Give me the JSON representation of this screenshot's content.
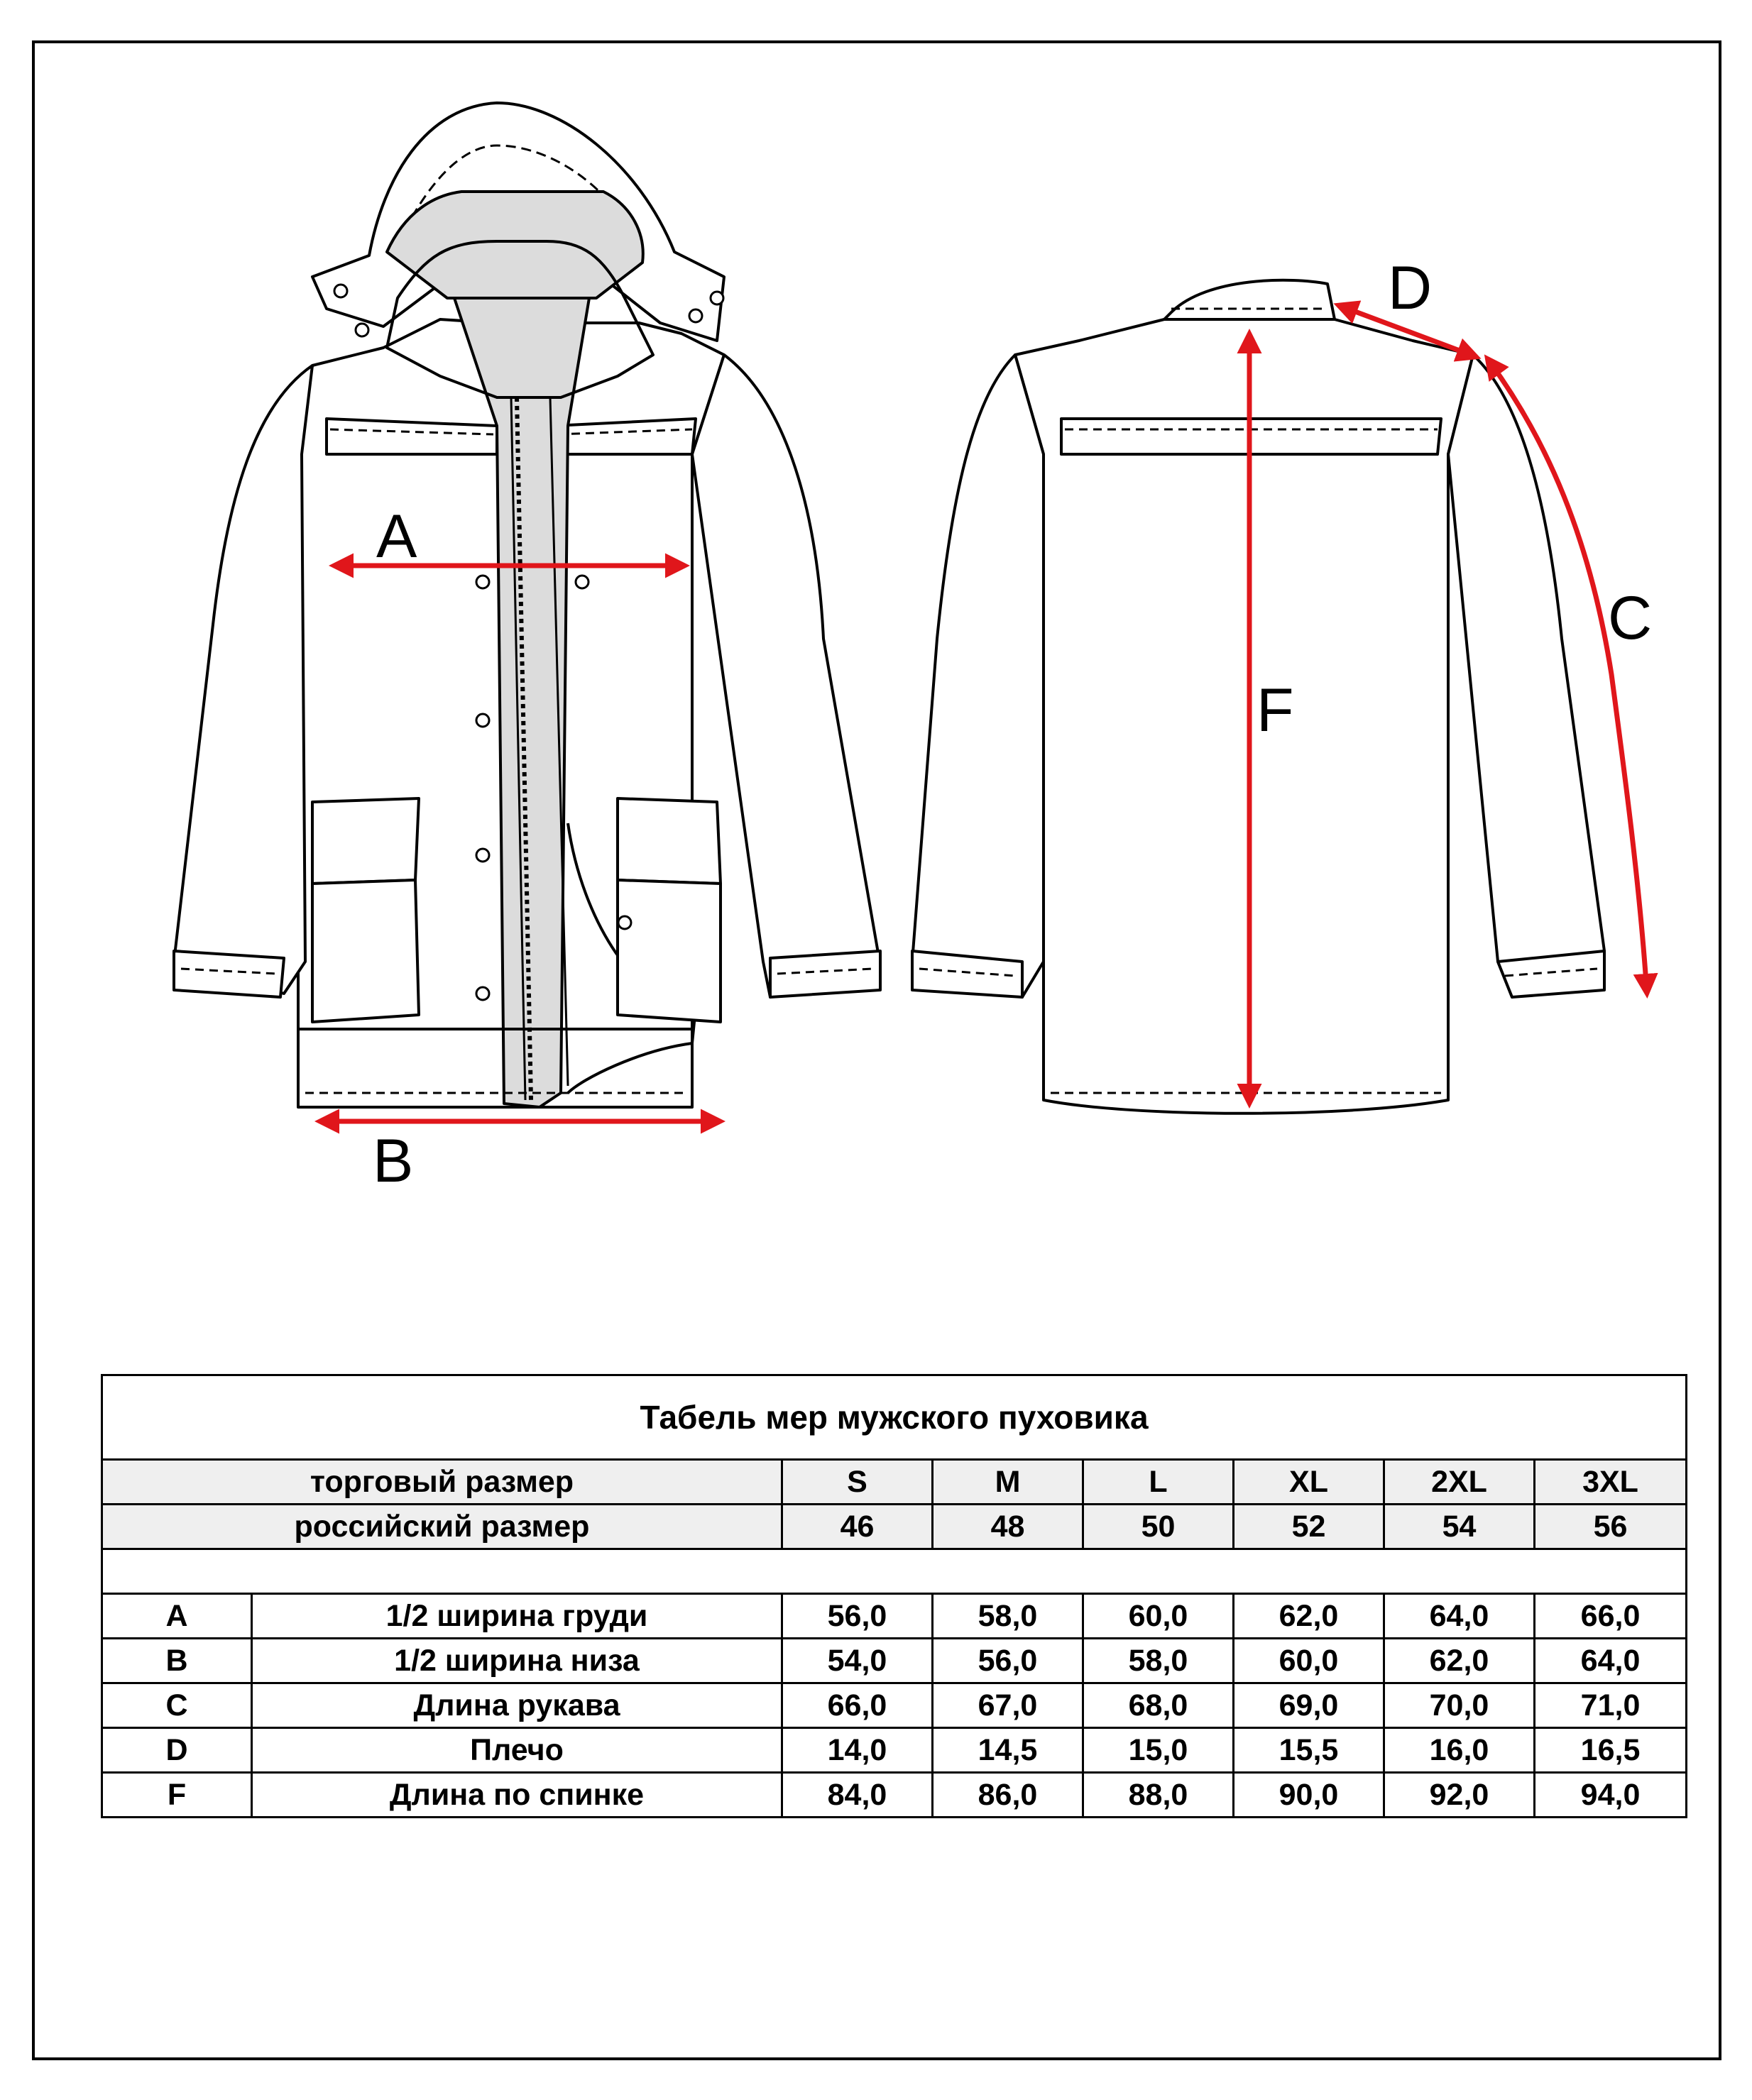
{
  "diagram": {
    "labels": {
      "A": "A",
      "B": "B",
      "C": "C",
      "D": "D",
      "F": "F"
    },
    "colors": {
      "arrow": "#e0161b",
      "outline": "#000000",
      "lining": "#d9d9d9"
    }
  },
  "table": {
    "title": "Табель мер мужского пуховика",
    "trade_size_label": "торговый размер",
    "russian_size_label": "российский размер",
    "trade_sizes": [
      "S",
      "M",
      "L",
      "XL",
      "2XL",
      "3XL"
    ],
    "russian_sizes": [
      "46",
      "48",
      "50",
      "52",
      "54",
      "56"
    ],
    "rows": [
      {
        "code": "A",
        "name": "1/2 ширина груди",
        "values": [
          "56,0",
          "58,0",
          "60,0",
          "62,0",
          "64,0",
          "66,0"
        ]
      },
      {
        "code": "B",
        "name": "1/2 ширина низа",
        "values": [
          "54,0",
          "56,0",
          "58,0",
          "60,0",
          "62,0",
          "64,0"
        ]
      },
      {
        "code": "C",
        "name": "Длина рукава",
        "values": [
          "66,0",
          "67,0",
          "68,0",
          "69,0",
          "70,0",
          "71,0"
        ]
      },
      {
        "code": "D",
        "name": "Плечо",
        "values": [
          "14,0",
          "14,5",
          "15,0",
          "15,5",
          "16,0",
          "16,5"
        ]
      },
      {
        "code": "F",
        "name": "Длина по спинке",
        "values": [
          "84,0",
          "86,0",
          "88,0",
          "90,0",
          "92,0",
          "94,0"
        ]
      }
    ]
  }
}
